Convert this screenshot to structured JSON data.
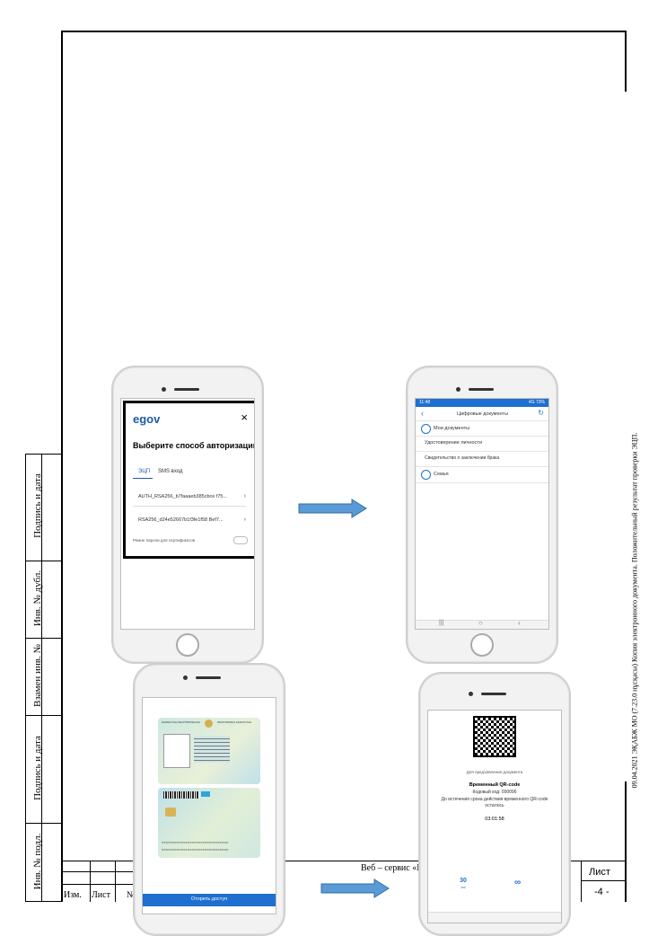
{
  "stamp": {
    "sign_date_1": "Подпись и дата",
    "inv_dubl": "Инв. № дубл.",
    "vzamen": "Взамен инв. №",
    "sign_date_2": "Подпись и дата",
    "inv_podl": "Инв. № подл."
  },
  "right_note": "09.04.2021 ЭҚАБЖ МО (7.23.0 нұсқасы) Копия электронного документа. Положительный результат проверки ЭЦП.",
  "title_block": {
    "izm": "Изм.",
    "list": "Лист",
    "ndoc": "№",
    "doc_title": "Веб – сервис «Ц",
    "list_label": "Лист",
    "page_number": "-4 -"
  },
  "phone1": {
    "logo": "egov",
    "close": "×",
    "heading": "Выберите способ авторизации",
    "tab_ecp": "ЭЦП",
    "tab_sms": "SMS вход",
    "cert1": "AUTH_RSA256_b7faaaeb385cbce f75...",
    "cert2": "RSA256_d24e52667b1f3fe1f58 Bef7...",
    "remember": "Ремнe пароли для сертификатов"
  },
  "phone2": {
    "header": "Цифровые документы",
    "status_left": "11:48",
    "status_right": "4G 73%",
    "item1": "Мои документы",
    "item2": "Удостоверение личности",
    "item3": "Свидетельство о заключении брака",
    "item4": "Семья"
  },
  "phone3": {
    "card_top": "ҚАЗАҚСТАН РЕСПУБЛИКАСЫ",
    "card_top_right": "РЕСПУБЛИКА КАЗАХСТАН",
    "mrz": "<<<<<<<<<<<<<<<<<<<<<<<<<<<<<<<",
    "button": "Оторить доступ"
  },
  "phone4": {
    "caption": "Для предъявления документа",
    "temp_qr": "Временный QR-code",
    "code": "Кодовый код: 000096",
    "validity": "До истечения срока действия временного QR-code осталось",
    "timer": "03:01:58",
    "btn_30": "30",
    "btn_30_sub": "сек",
    "btn_inf": "∞"
  }
}
